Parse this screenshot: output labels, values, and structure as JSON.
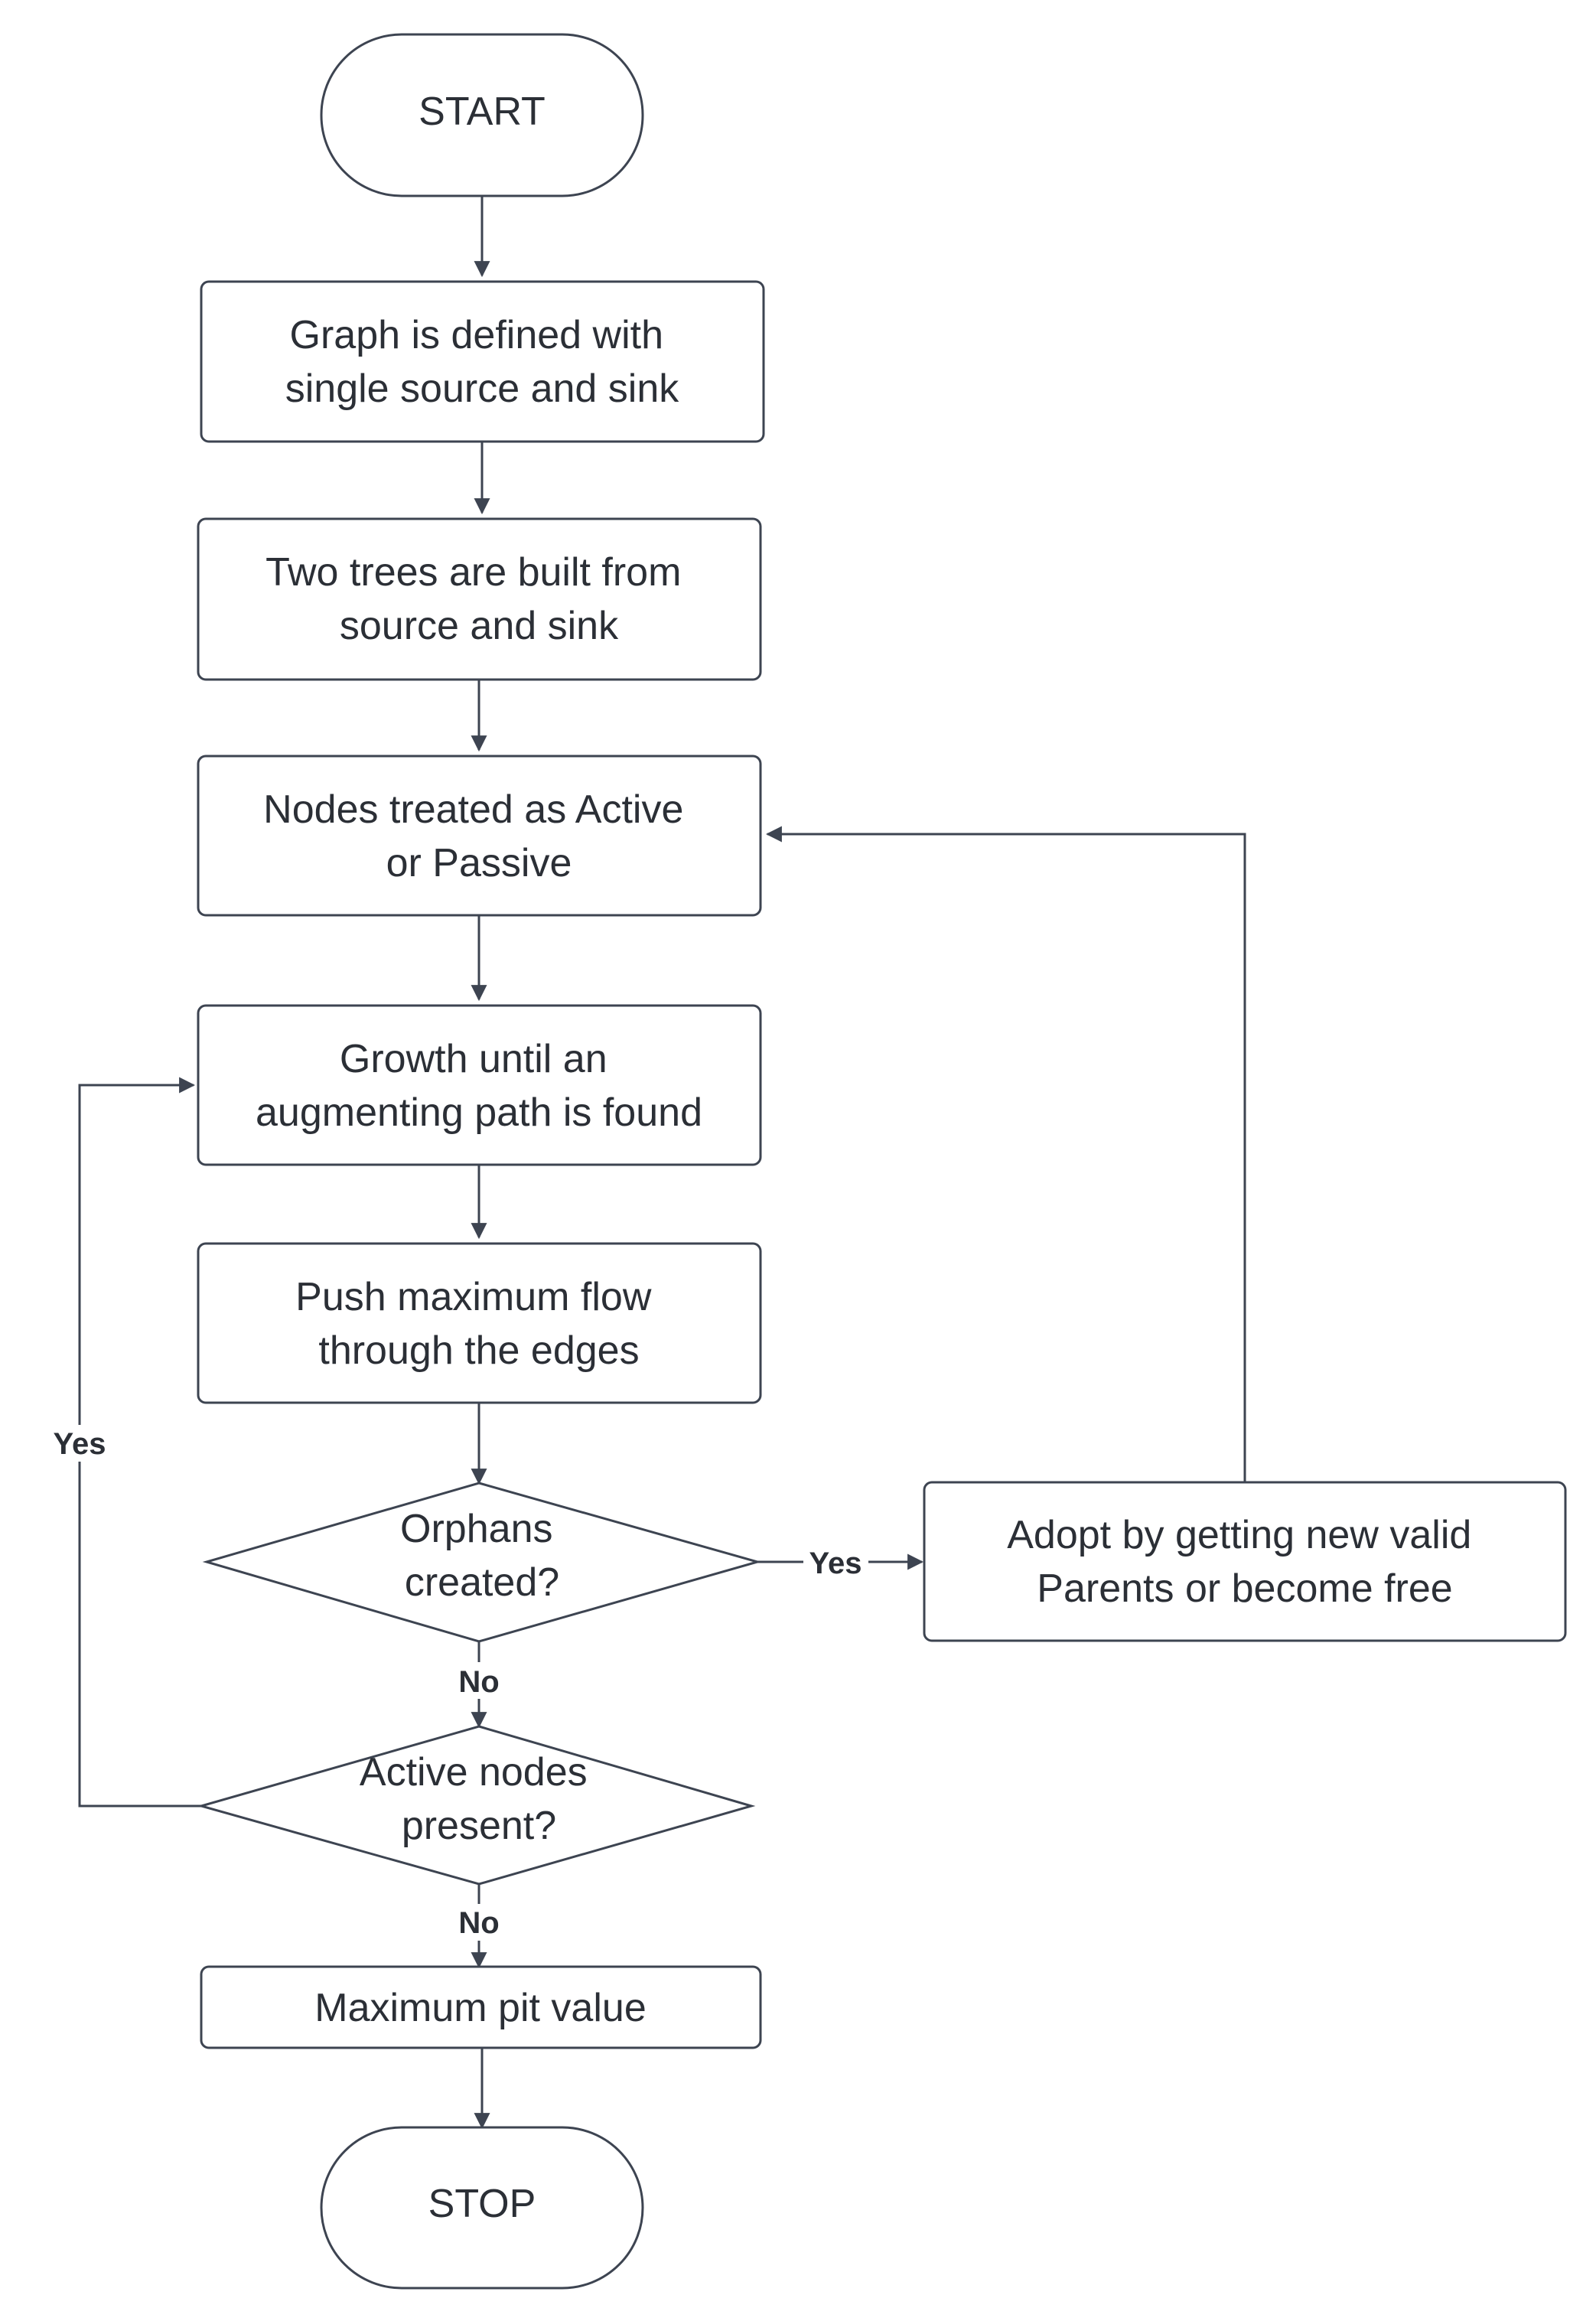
{
  "nodes": {
    "start": "START",
    "graph_defined": [
      "Graph is defined with",
      "single source and sink"
    ],
    "two_trees": [
      "Two trees are built from",
      "source and sink"
    ],
    "nodes_active": [
      "Nodes treated as Active",
      "or Passive"
    ],
    "growth": [
      "Growth until an",
      "augmenting path is found"
    ],
    "push_flow": [
      "Push maximum flow",
      "through the edges"
    ],
    "orphans": [
      "Orphans",
      "created?"
    ],
    "adopt": [
      "Adopt by getting new valid",
      "Parents or become free"
    ],
    "active_present": [
      "Active nodes",
      "present?"
    ],
    "max_pit": "Maximum pit value",
    "stop": "STOP"
  },
  "edge_labels": {
    "orphans_yes": "Yes",
    "orphans_no": "No",
    "active_yes": "Yes",
    "active_no": "No"
  },
  "colors": {
    "stroke": "#3d4451",
    "text": "#2b2f36",
    "background": "#ffffff"
  }
}
